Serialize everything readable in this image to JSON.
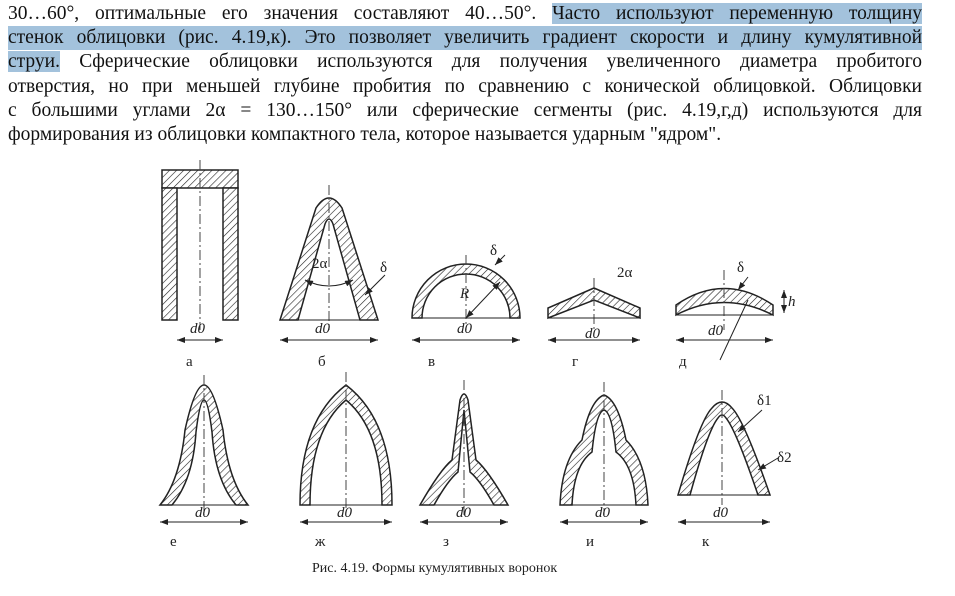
{
  "paragraph": {
    "line1_plain": "30…60°, оптимальные его значения составляют 40…50°. ",
    "line1_highlight": "Часто используют переменную толщину",
    "line2_highlight": "стенок облицовки (рис. 4.19,к). Это позволяет увеличить градиент скорости и длину кумулятивной",
    "line3_highlight": "струи.",
    "line3_plain": " Сферические облицовки используются для получения увеличенного диаметра пробитого",
    "line4": "отверстия, но при меньшей глубине пробития по сравнению с конической облицовкой. Облицовки",
    "line5": "с большими углами 2α = 130…150° или сферические сегменты (рис. 4.19,г,д) используются для",
    "line6": "формирования из облицовки компактного тела, которое называется ударным \"ядром\"."
  },
  "highlight_color": "#a3c2dc",
  "figure": {
    "panel_labels": [
      "а",
      "б",
      "в",
      "г",
      "д",
      "е",
      "ж",
      "з",
      "и",
      "к"
    ],
    "diameter_label": "d0",
    "angle_label": "2α",
    "thickness_label": "δ",
    "radius_label": "R",
    "height_label": "h",
    "thickness1_label": "δ1",
    "thickness2_label": "δ2",
    "caption": "Рис. 4.19. Формы кумулятивных воронок"
  }
}
